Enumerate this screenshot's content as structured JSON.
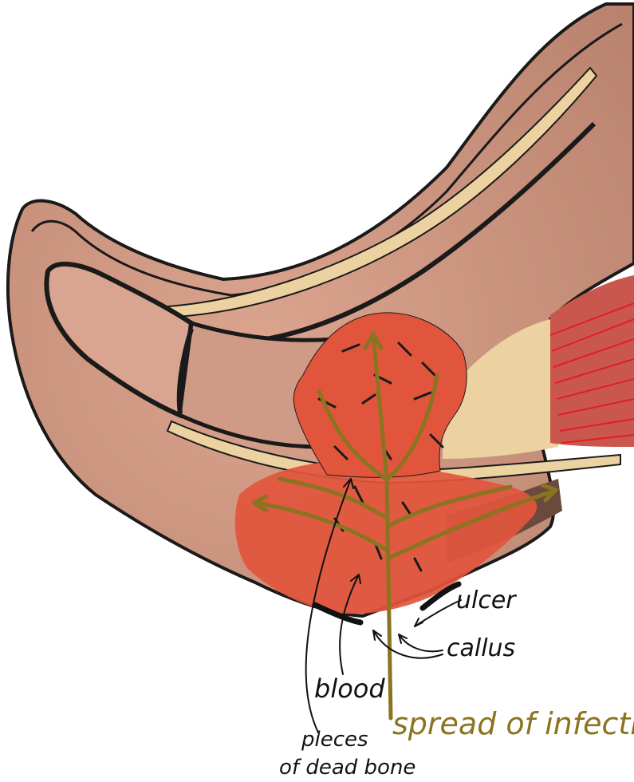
{
  "labels": {
    "ulcer": "ulcer",
    "callus": "callus",
    "blood": "blood",
    "pieces_line1": "pieces",
    "pieces_line2": "of dead bone",
    "spread": "spread of infection"
  },
  "colors": {
    "skin": "#c9917c",
    "skin_dark": "#a8705e",
    "bone": "#d9a590",
    "tendon": "#ecd2a0",
    "infection": "#e2553d",
    "infection_arrow": "#8a7420",
    "muscle": "#d8202a",
    "outline": "#1a1a1a",
    "spread_text": "#8a7420"
  }
}
